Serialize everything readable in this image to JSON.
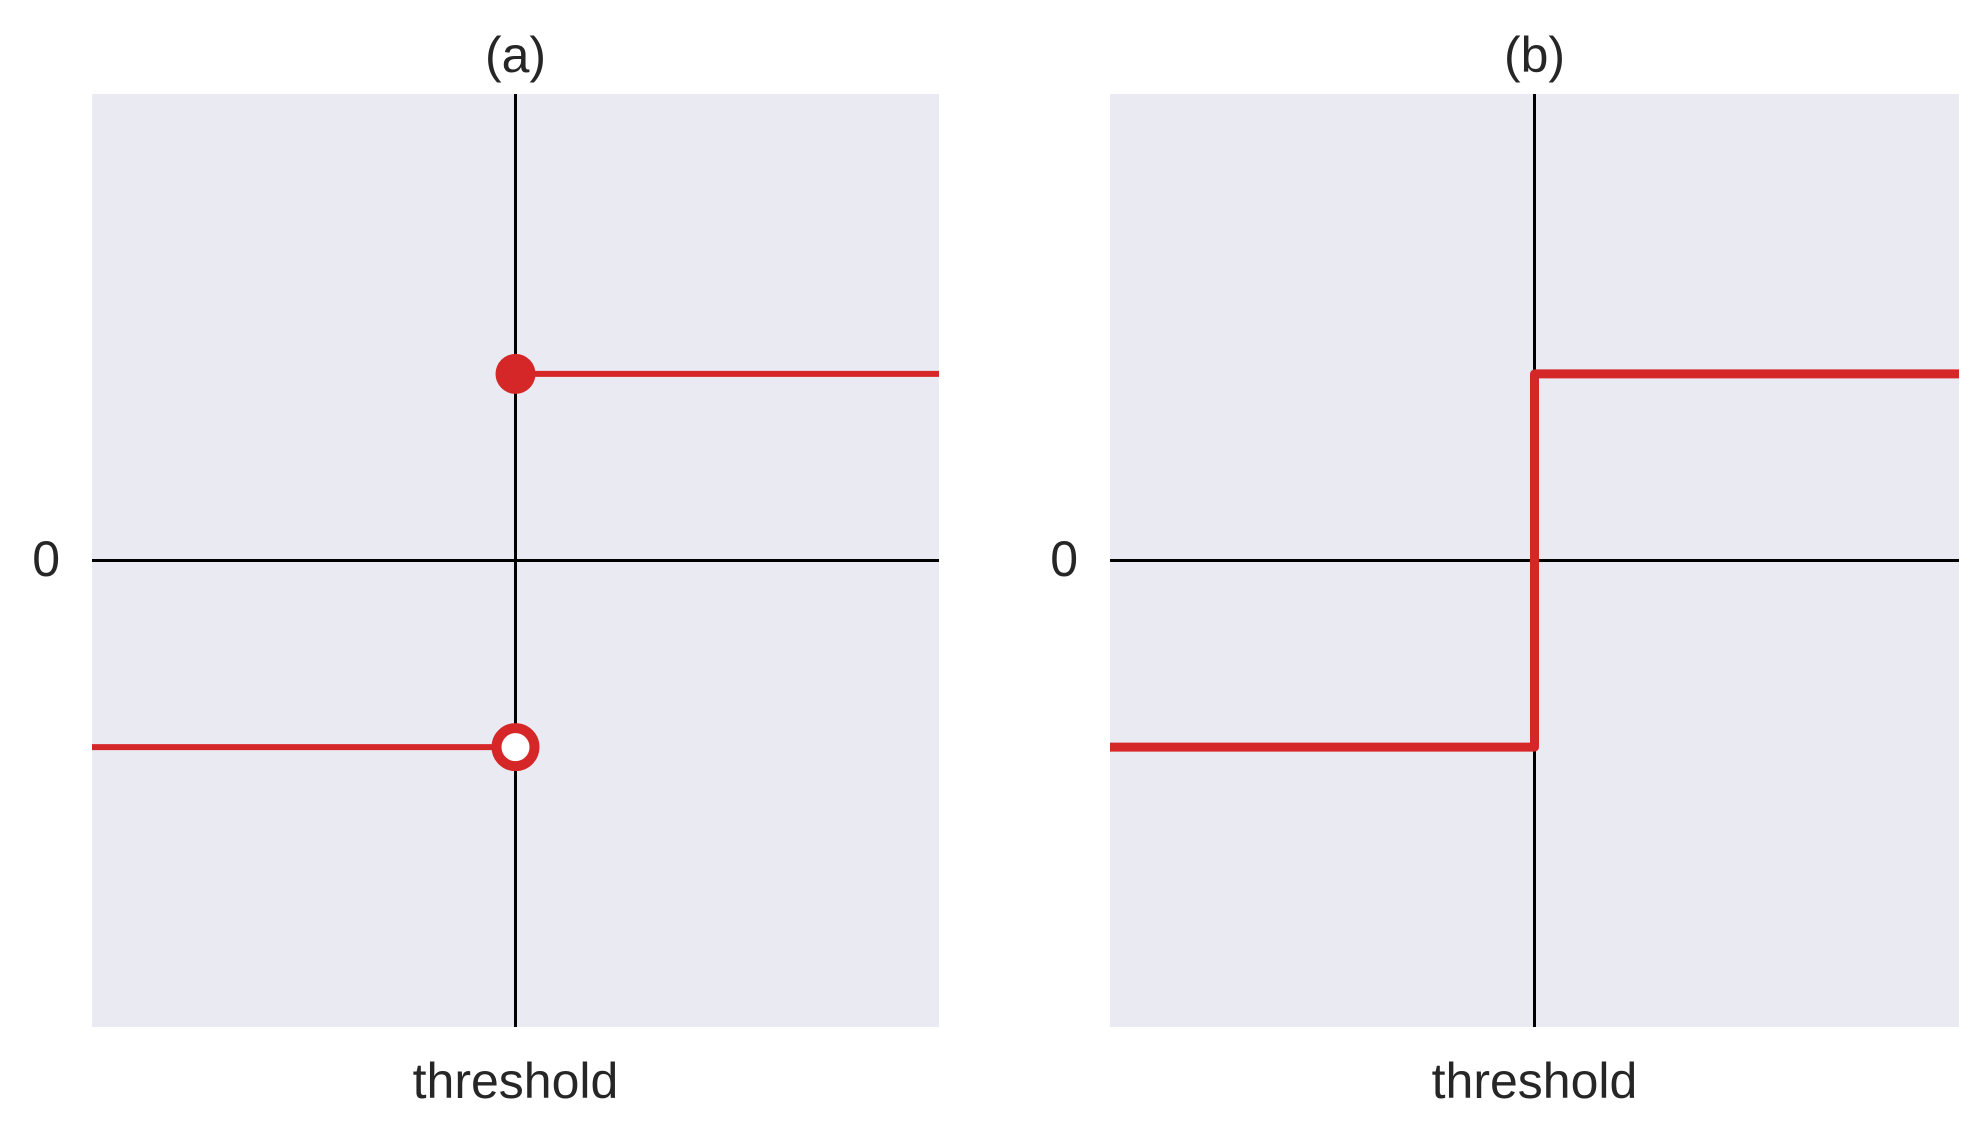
{
  "chart_data": [
    {
      "type": "line",
      "title": "(a)",
      "xlabel": "threshold",
      "ylabel": "",
      "xlim": [
        -1,
        1
      ],
      "ylim": [
        -1.25,
        1.25
      ],
      "yticks": [
        0
      ],
      "ytick_labels": [
        "0"
      ],
      "grid": false,
      "background": "#eaeaf2",
      "reference_lines": {
        "x": 0,
        "y": 0,
        "color": "#000000"
      },
      "series": [
        {
          "style": "step-discontinuous",
          "color": "#d62728",
          "x": [
            -1,
            0
          ],
          "y": [
            -0.5,
            -0.5
          ]
        },
        {
          "style": "step-discontinuous",
          "color": "#d62728",
          "x": [
            0,
            1
          ],
          "y": [
            0.5,
            0.5
          ]
        }
      ],
      "markers": [
        {
          "x": 0,
          "y": 0.5,
          "kind": "closed",
          "color": "#d62728"
        },
        {
          "x": 0,
          "y": -0.5,
          "kind": "open",
          "color": "#d62728"
        }
      ]
    },
    {
      "type": "line",
      "title": "(b)",
      "xlabel": "threshold",
      "ylabel": "",
      "xlim": [
        -1,
        1
      ],
      "ylim": [
        -1.25,
        1.25
      ],
      "yticks": [
        0
      ],
      "ytick_labels": [
        "0"
      ],
      "grid": false,
      "background": "#eaeaf2",
      "reference_lines": {
        "x": 0,
        "y": 0,
        "color": "#000000"
      },
      "series": [
        {
          "style": "step",
          "color": "#d62728",
          "x": [
            -1,
            0,
            0,
            1
          ],
          "y": [
            -0.5,
            -0.5,
            0.5,
            0.5
          ]
        }
      ],
      "markers": []
    }
  ]
}
